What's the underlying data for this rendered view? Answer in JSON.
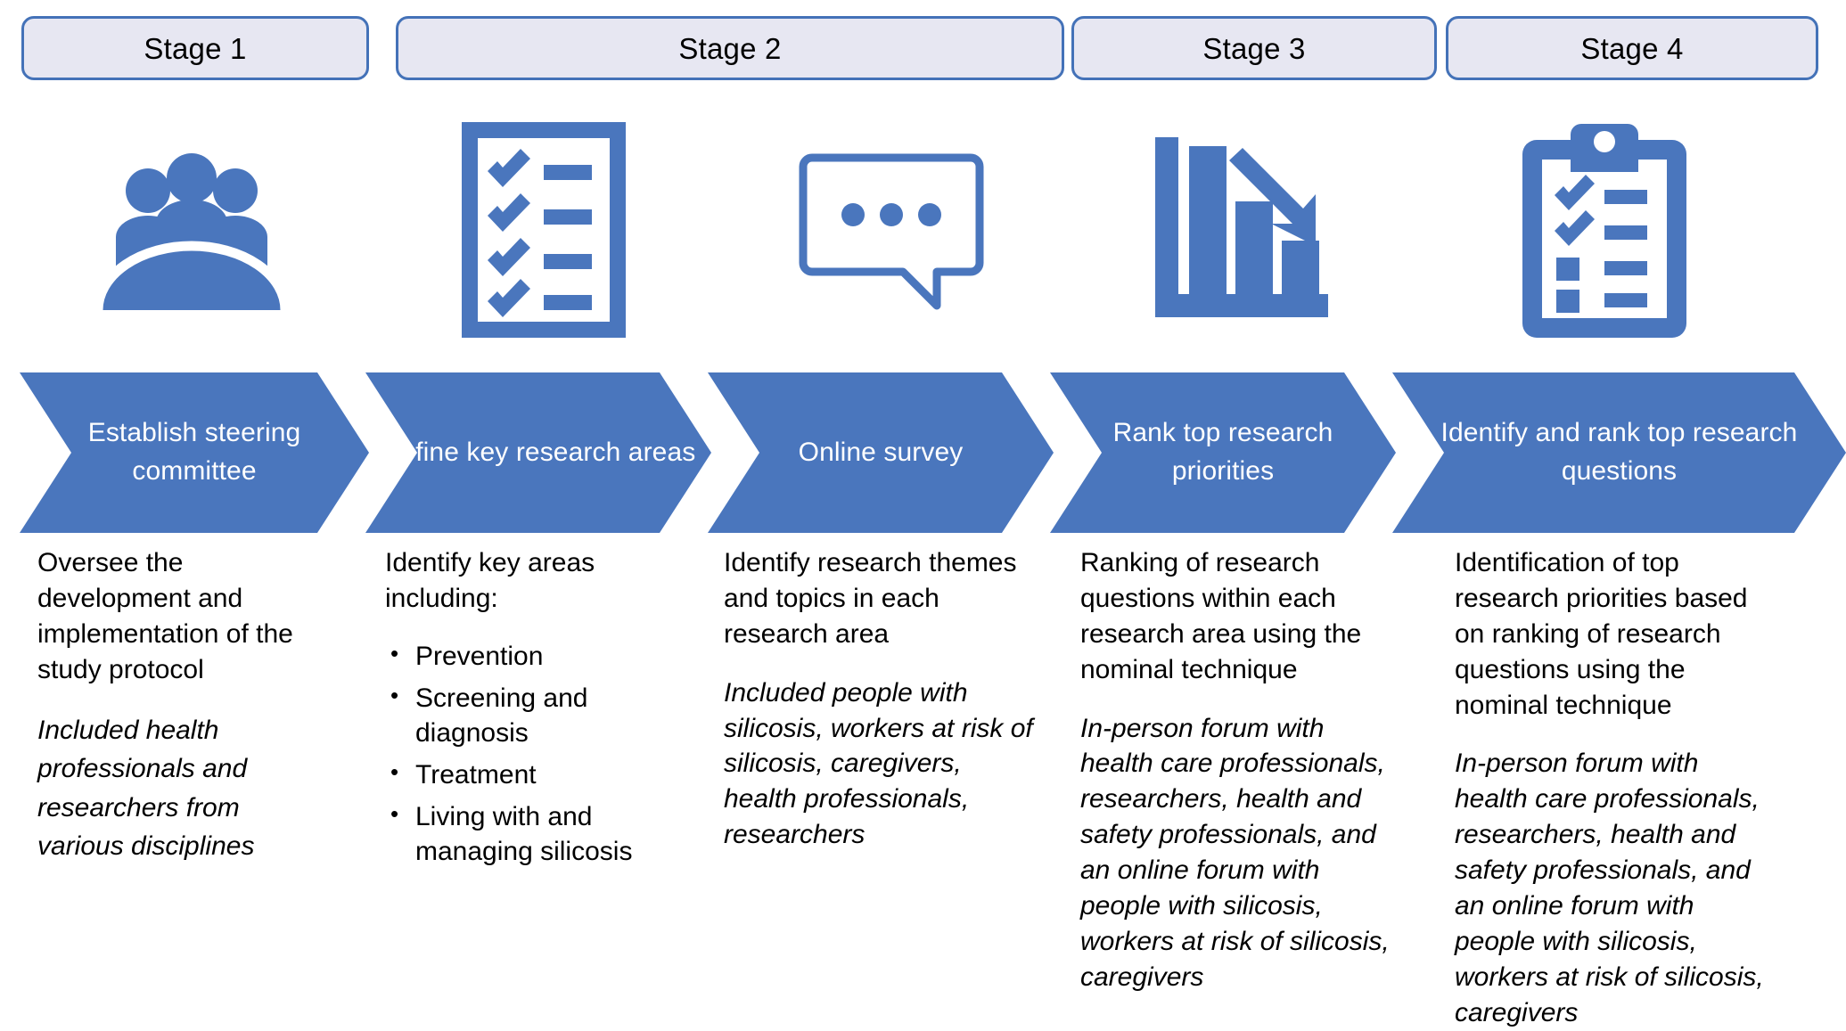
{
  "stages": [
    {
      "label": "Stage 1"
    },
    {
      "label": "Stage 2"
    },
    {
      "label": "Stage 3"
    },
    {
      "label": "Stage 4"
    }
  ],
  "icons": [
    {
      "name": "committee-people-icon",
      "alt": "three people at a round table"
    },
    {
      "name": "checklist-document-icon",
      "alt": "document with four checkmarks"
    },
    {
      "name": "speech-bubble-icon",
      "alt": "speech bubble with three dots"
    },
    {
      "name": "declining-bar-chart-icon",
      "alt": "bar chart with downward arrow"
    },
    {
      "name": "clipboard-checklist-icon",
      "alt": "clipboard with checkmarks"
    }
  ],
  "steps": [
    {
      "title": "Establish\nsteering\ncommittee"
    },
    {
      "title": "Define key\nresearch\nareas"
    },
    {
      "title": "Online\nsurvey"
    },
    {
      "title": "Rank top\nresearch\npriorities"
    },
    {
      "title": "Identify and rank\ntop research\nquestions"
    }
  ],
  "columns": [
    {
      "plain": "Oversee the development and implementation of the study protocol",
      "bullets": [],
      "italic": "Included health professionals and researchers from various disciplines"
    },
    {
      "plain": "Identify key areas including:",
      "bullets": [
        "Prevention",
        "Screening and diagnosis",
        "Treatment",
        "Living with and managing silicosis"
      ],
      "italic": ""
    },
    {
      "plain": "Identify research themes and topics in each research area",
      "bullets": [],
      "italic": "Included people with silicosis, workers at risk of silicosis, caregivers, health professionals, researchers"
    },
    {
      "plain": "Ranking of research questions within each research area using the nominal technique",
      "bullets": [],
      "italic": "In-person forum with health care professionals, researchers, health and safety professionals, and an online forum with people with silicosis, workers at risk of silicosis, caregivers"
    },
    {
      "plain": "Identification of top research priorities based on ranking of research questions using the nominal technique",
      "bullets": [],
      "italic": "In-person forum with health care professionals, researchers, health and safety professionals, and an online forum with people with silicosis, workers at risk of silicosis, caregivers"
    }
  ],
  "colors": {
    "chevron_blue": "#4A76BD",
    "stage_box_fill": "#E7E7F2",
    "stage_box_border": "#4472B8",
    "icon_blue": "#4A76BD",
    "body_text": "#000000",
    "chevron_text": "#FFFFFF"
  }
}
